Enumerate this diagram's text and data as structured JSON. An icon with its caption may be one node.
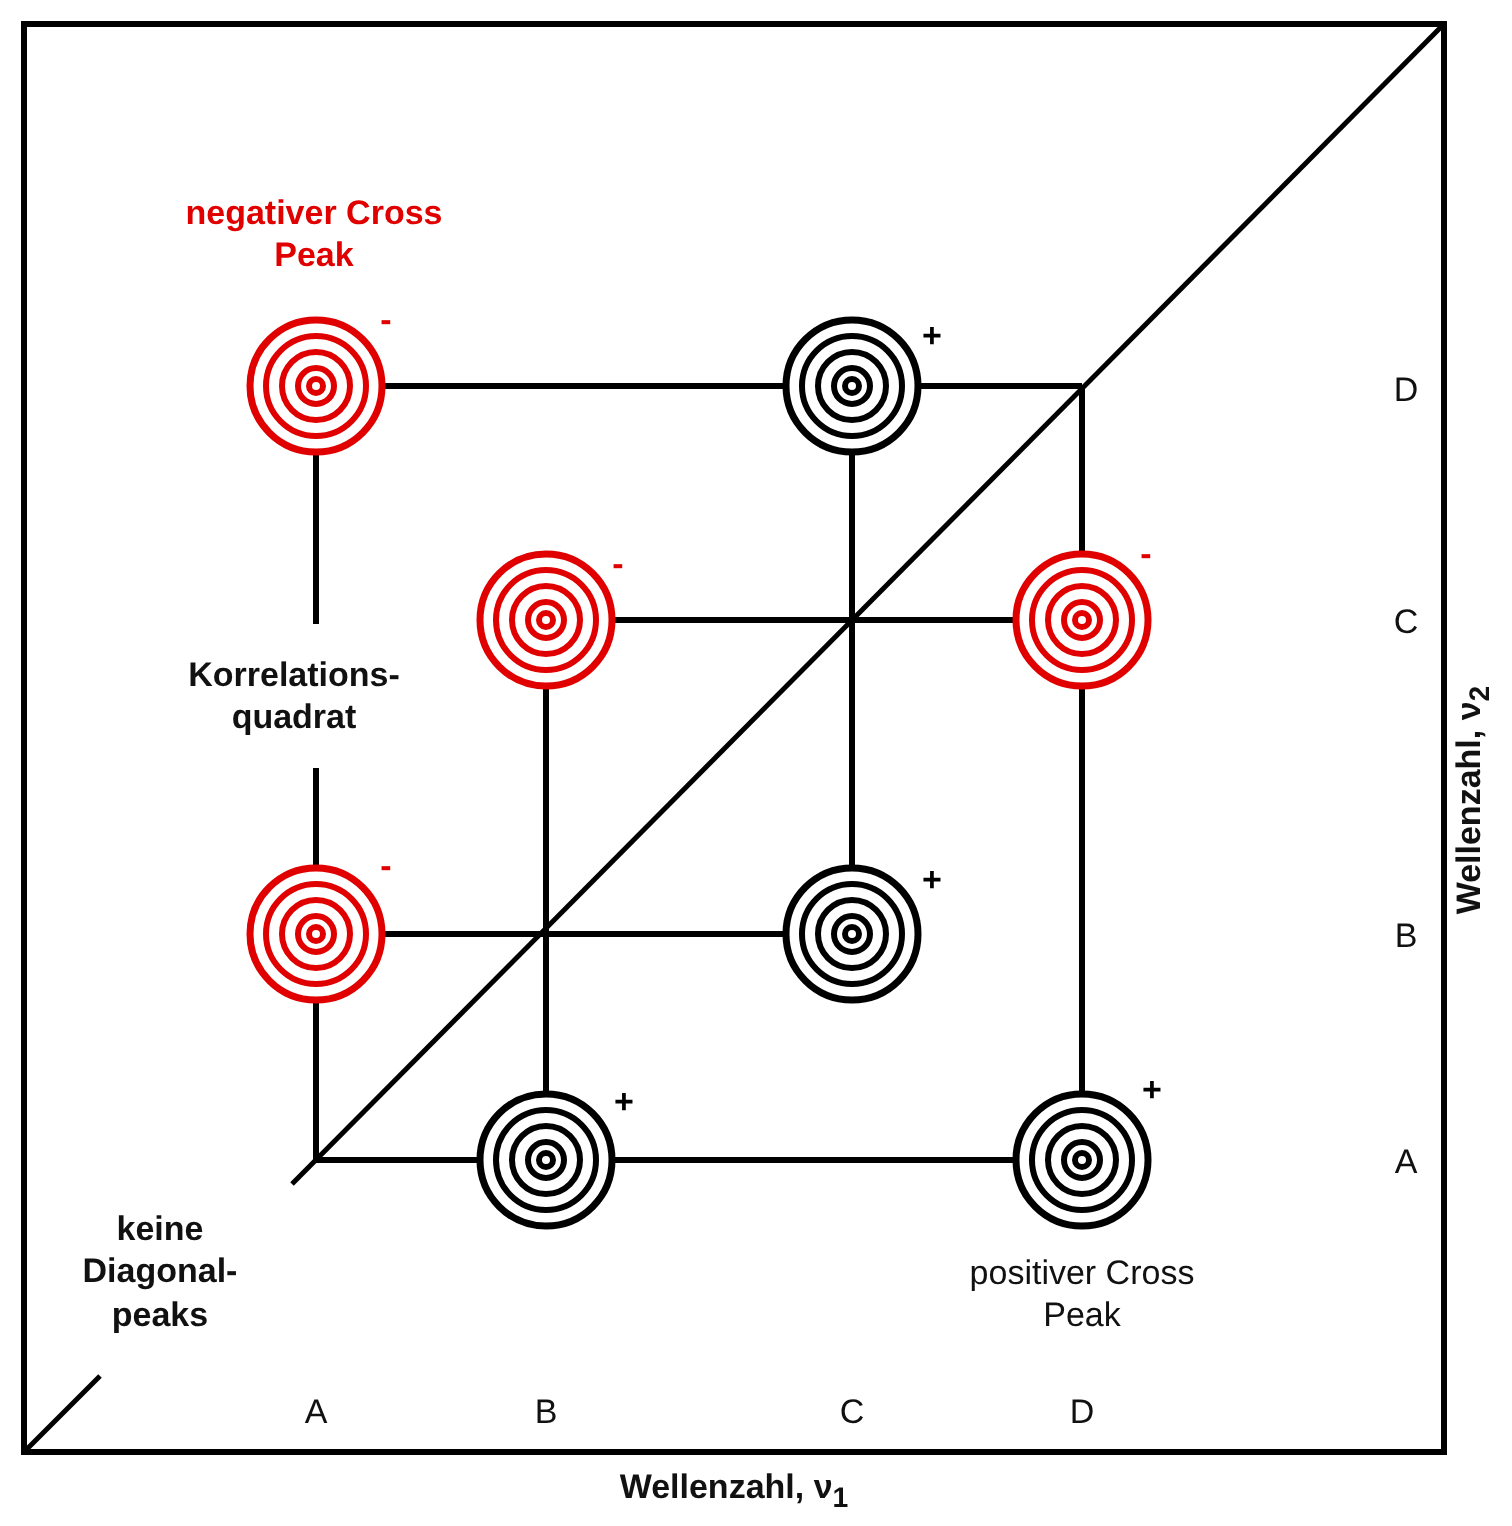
{
  "diagram": {
    "labels": [
      "negativer Cross Peak",
      "-",
      "+",
      "D",
      "-",
      "-",
      "C",
      "Korrelations- quadrat",
      "Wellenzahl, ν$_{2}$",
      "-",
      "+",
      "B",
      "+",
      "+",
      "A",
      "keine Diagonal- peaks",
      "positiver Cross Peak",
      "A",
      "B",
      "C",
      "D",
      "Wellenzahl, ν$_{1}$"
    ]
  }
}
